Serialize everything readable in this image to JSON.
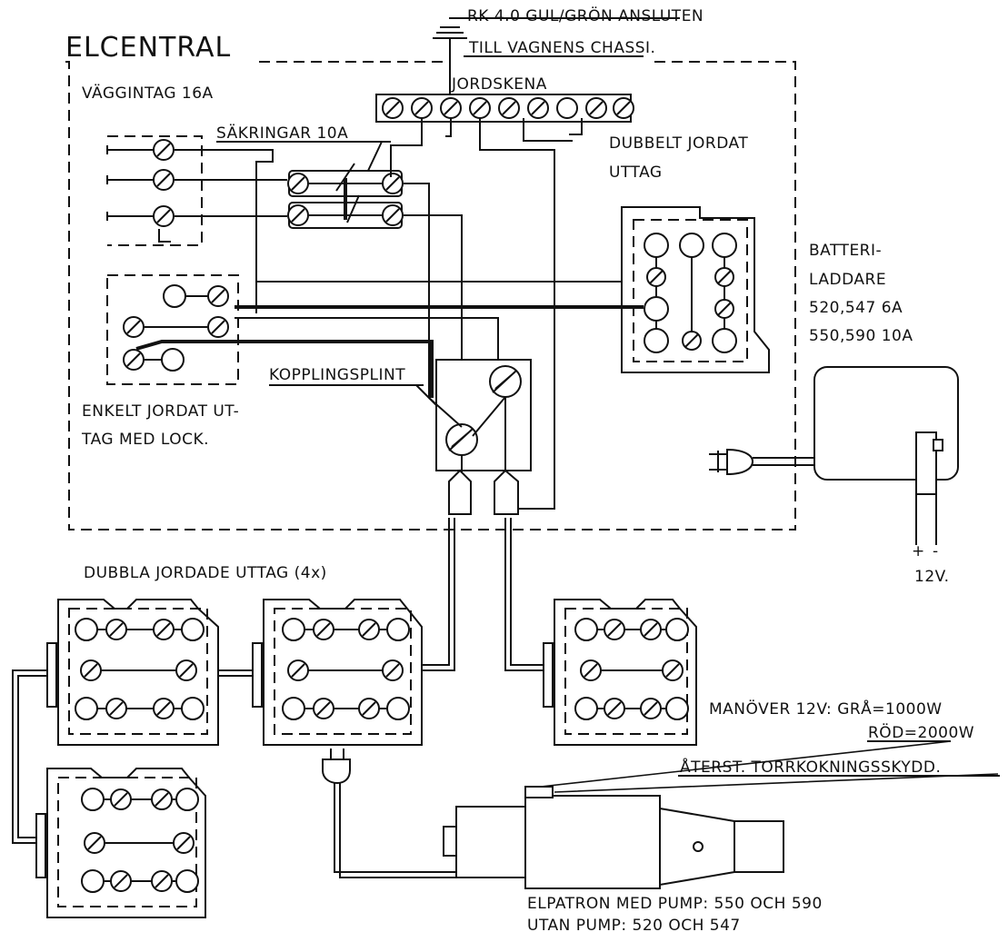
{
  "labels": {
    "ground_wire": "RK 4.0 GUL/GRÖN ANSLUTEN",
    "chassis": "TILL VAGNENS CHASSI.",
    "elcentral": "ELCENTRAL",
    "vaggintag": "VÄGGINTAG 16A",
    "jordskena": "JORDSKENA",
    "sakringar": "SÄKRINGAR 10A",
    "dubbelt_jordat_1": "DUBBELT JORDAT",
    "dubbelt_jordat_2": "UTTAG",
    "batteri_1": "BATTERI-",
    "batteri_2": "LADDARE",
    "batteri_3": "520,547 6A",
    "batteri_4": "550,590 10A",
    "kopplingsplint": "KOPPLINGSPLINT",
    "enkelt_1": "ENKELT JORDAT UT-",
    "enkelt_2": "TAG MED LOCK.",
    "voltage": "12V.",
    "plus": "+",
    "minus": "-",
    "dubbla": "DUBBLA JORDADE UTTAG (4x)",
    "manover": "MANÖVER 12V: GRÅ=1000W",
    "rod": "RÖD=2000W",
    "aterst": "ÅTERST. TORRKOKNINGSSKYDD.",
    "elpatron_1": "ELPATRON MED PUMP: 550 OCH 590",
    "elpatron_2": "UTAN PUMP: 520 OCH 547"
  }
}
